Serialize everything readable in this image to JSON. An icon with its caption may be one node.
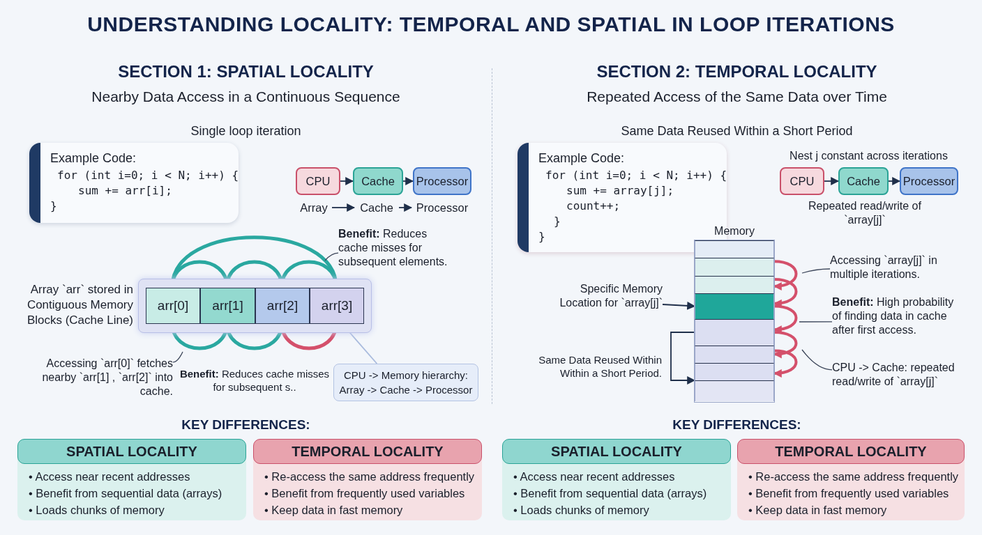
{
  "diagram": {
    "title": "UNDERSTANDING LOCALITY: TEMPORAL AND SPATIAL IN LOOP ITERATIONS",
    "nodes": [
      {
        "text": [
          "Example Code:",
          "for (int i=0; i < N; i++) {",
          "sum += arr[i];",
          "}"
        ]
      },
      {
        "text": [
          "CPU"
        ]
      },
      {
        "text": [
          "Cache"
        ]
      },
      {
        "text": [
          "Processor"
        ]
      },
      {
        "text": [
          "Array"
        ]
      },
      {
        "text": [
          "Cache"
        ]
      },
      {
        "text": [
          "Processor"
        ]
      },
      {
        "text": [],
        "shape": "box",
        "beside": [
          "Array `arr` stored in Contiguous Memory Blocks (Cache Line)"
        ]
      },
      {
        "text": [
          "arr[0]"
        ],
        "in": 7
      },
      {
        "text": [
          "arr[1]"
        ],
        "in": 7
      },
      {
        "text": [
          "arr[2]"
        ],
        "in": 7
      },
      {
        "text": [
          "arr[3]"
        ],
        "in": 7
      },
      {
        "text": [
          "**Benefit:** Reduces cache misses for subsequent elements."
        ]
      },
      {
        "text": [
          "Accessing `arr[0]` fetches nearby `arr[1] , `arr[2]` into cache."
        ]
      },
      {
        "text": [
          "CPU -> Memory hierarchy:",
          "Array -> Cache -> Processor"
        ]
      },
      {
        "text": [
          "Example Code:",
          "for (int i=0; i < N; i++) {",
          "sum += array[j];",
          "count++;",
          "}",
          "}"
        ]
      },
      {
        "text": [
          "CPU"
        ]
      },
      {
        "text": [
          "Cache"
        ]
      },
      {
        "text": [
          "Processor"
        ]
      },
      {
        "text": [
          "Memory"
        ]
      },
      {
        "text": [],
        "shape": "box",
        "in": 19
      },
      {
        "text": [],
        "shape": "box",
        "in": 19
      },
      {
        "text": [],
        "shape": "box",
        "in": 19
      },
      {
        "text": [],
        "shape": "box",
        "in": 19
      },
      {
        "text": [],
        "shape": "box",
        "in": 19
      },
      {
        "text": [],
        "shape": "box",
        "in": 19
      },
      {
        "text": [],
        "shape": "box",
        "in": 19
      },
      {
        "text": [],
        "shape": "box",
        "in": 19
      },
      {
        "text": [
          "Specific Memory Location for `array[j]`"
        ]
      },
      {
        "text": [
          "Accessing `array[j]` in multiple iterations."
        ]
      },
      {
        "text": [
          "**Benefit:** High probability of finding data in cache after first access."
        ]
      },
      {
        "text": [
          "CPU -> Cache: repeated read/write of `array[j]`"
        ]
      },
      {
        "text": [
          "SPATIAL LOCALITY",
          "• Access near recent addresses",
          "• Benefit from sequential data (arrays)",
          "• Loads chunks of memory"
        ]
      },
      {
        "text": [
          "TEMPORAL LOCALITY",
          "• Re-access the same address frequently",
          "• Benefit from frequently used variables",
          "• Keep data in fast memory"
        ]
      },
      {
        "text": [
          "SPATIAL LOCALITY",
          "• Access near recent addresses",
          "• Benefit from sequential data (arrays)",
          "• Loads chunks of memory"
        ]
      },
      {
        "text": [
          "TEMPORAL LOCALITY",
          "• Re-access the same address frequently",
          "• Benefit from frequently used variables",
          "• Keep data in fast memory"
        ]
      }
    ],
    "edges": [
      {
        "from": 1,
        "to": 2,
        "arrow": "to"
      },
      {
        "from": 2,
        "to": 3,
        "arrow": "to"
      },
      {
        "from": 4,
        "to": 5,
        "arrow": "to"
      },
      {
        "from": 5,
        "to": 6,
        "arrow": "to"
      },
      {
        "from": 8,
        "to": 9,
        "arrow": "to",
        "style": "thick",
        "color": "#2aa8a0"
      },
      {
        "from": 9,
        "to": 10,
        "arrow": "to",
        "style": "thick",
        "color": "#2aa8a0"
      },
      {
        "from": 10,
        "to": 11,
        "arrow": "to",
        "style": "thick",
        "color": "#2aa8a0"
      },
      {
        "from": 8,
        "to": 11,
        "arrow": "to",
        "style": "thick",
        "color": "#2aa8a0"
      },
      {
        "from": 8,
        "to": 9,
        "arrow": "to",
        "style": "thick",
        "color": "#2aa8a0"
      },
      {
        "from": 9,
        "to": 10,
        "arrow": "to",
        "style": "thick",
        "color": "#2aa8a0"
      },
      {
        "from": 10,
        "to": 11,
        "arrow": "to",
        "style": "thick",
        "color": "#d4506b"
      },
      {
        "from": 12,
        "to": null,
        "arrow": "none"
      },
      {
        "from": 13,
        "to": null,
        "arrow": "none"
      },
      {
        "from": 14,
        "to": 11,
        "arrow": "none",
        "color": "#a9bbdd"
      },
      {
        "from": 16,
        "to": 17,
        "arrow": "to"
      },
      {
        "from": 17,
        "to": 18,
        "arrow": "to"
      },
      {
        "from": 21,
        "to": 22,
        "arrow": "to",
        "style": "thick",
        "color": "#d4506b"
      },
      {
        "from": 22,
        "to": 23,
        "arrow": "to",
        "style": "thick",
        "color": "#d4506b"
      },
      {
        "from": 23,
        "to": 24,
        "arrow": "to",
        "style": "thick",
        "color": "#d4506b"
      },
      {
        "from": 24,
        "to": 25,
        "arrow": "to",
        "style": "thick",
        "color": "#d4506b"
      },
      {
        "from": 25,
        "to": 26,
        "arrow": "to",
        "style": "thick",
        "color": "#d4506b"
      },
      {
        "from": 28,
        "to": 23,
        "arrow": "to"
      },
      {
        "from": 24,
        "to": 26,
        "arrow": "to"
      },
      {
        "from": 29,
        "to": null,
        "arrow": "none"
      },
      {
        "from": 30,
        "to": null,
        "arrow": "none"
      },
      {
        "from": 31,
        "to": null,
        "arrow": "none"
      }
    ],
    "labels": [
      "SECTION 1: SPATIAL LOCALITY",
      "Nearby Data Access in a Continuous Sequence",
      "Single loop iteration",
      "**Benefit:** Reduces cache misses for subsequent s..",
      "SECTION 2: TEMPORAL LOCALITY",
      "Repeated Access of the Same Data over Time",
      "Same Data Reused Within a Short Period",
      "Nest j constant across iterations",
      "Repeated read/write of `array[j]`",
      "Same Data Reused Within Within a Short Period.",
      "KEY DIFFERENCES:",
      "KEY DIFFERENCES:"
    ]
  }
}
